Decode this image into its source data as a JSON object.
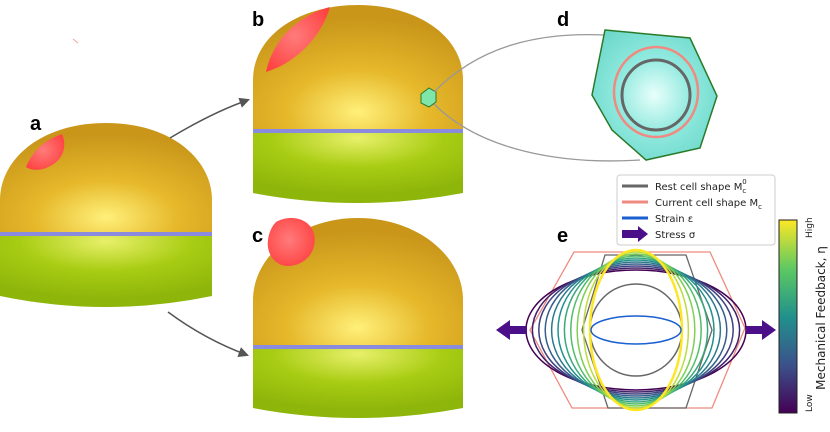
{
  "panels": {
    "a": "a",
    "b": "b",
    "c": "c",
    "d": "d",
    "e": "e"
  },
  "legend": {
    "rest_shape": "Rest cell shape M",
    "rest_shape_sub": "c",
    "rest_shape_sup": "0",
    "current_shape": "Current cell shape M",
    "current_shape_sub": "c",
    "strain": "Strain ε",
    "stress": "Stress σ"
  },
  "colorbar": {
    "title": "Mechanical Feedback, η",
    "high": "High",
    "low": "Low"
  },
  "colors": {
    "dome_top": "#d9a81e",
    "dome_bottom": "#9ec40a",
    "equator": "#8a8adf",
    "patch": "#ff4a4a",
    "cell_fill": "#7ee6d8",
    "cell_edge": "#2a7a2a",
    "rest": "#666666",
    "current": "#f08a80",
    "strain": "#1a5fd0",
    "stress": "#4b0f8a"
  },
  "feedback_levels": 11
}
